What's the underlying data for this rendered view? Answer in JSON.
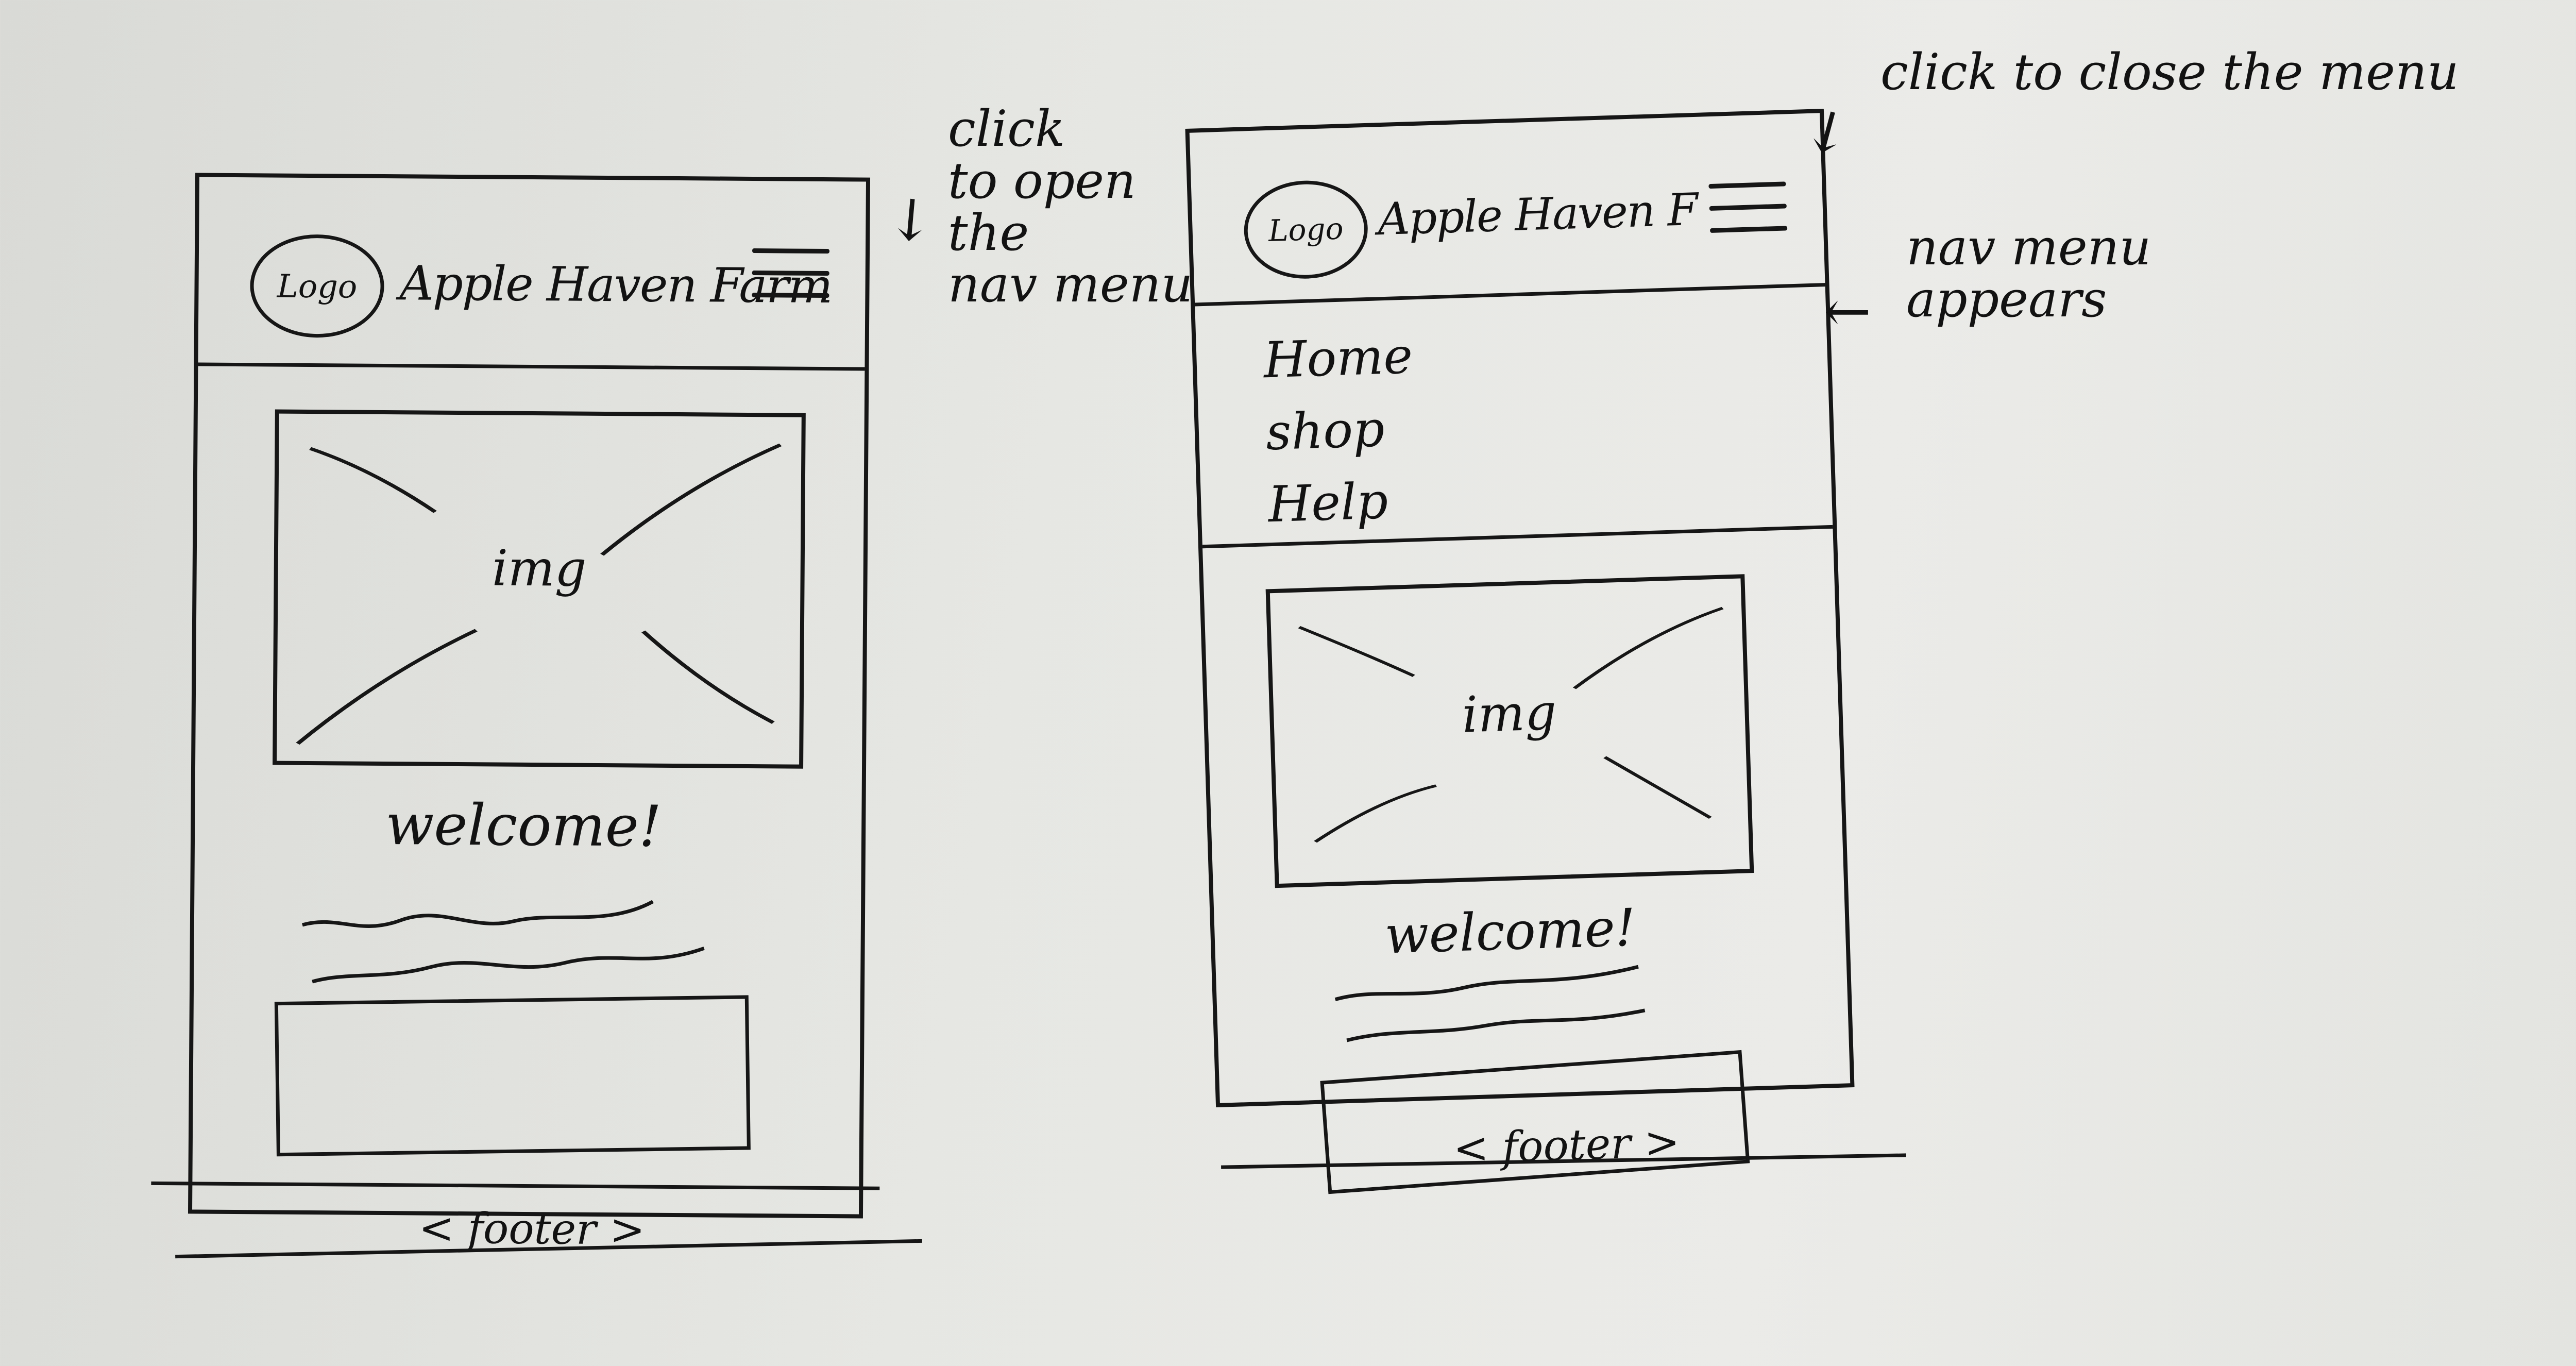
{
  "left_screen": {
    "logo": "Logo",
    "brand": "Apple Haven Farm",
    "image_label": "img",
    "welcome": "welcome!",
    "footer": "< footer >"
  },
  "right_screen": {
    "logo": "Logo",
    "brand": "Apple Haven F",
    "nav_items": [
      "Home",
      "shop",
      "Help"
    ],
    "image_label": "img",
    "welcome": "welcome!",
    "footer": "< footer >"
  },
  "annotations": {
    "open_menu": "click\nto open\nthe\nnav menu",
    "close_menu": "click to close the menu",
    "menu_appears": "nav menu\nappears"
  },
  "icons": {
    "hamburger": "hamburger-menu-icon",
    "arrow": "arrow-icon"
  }
}
